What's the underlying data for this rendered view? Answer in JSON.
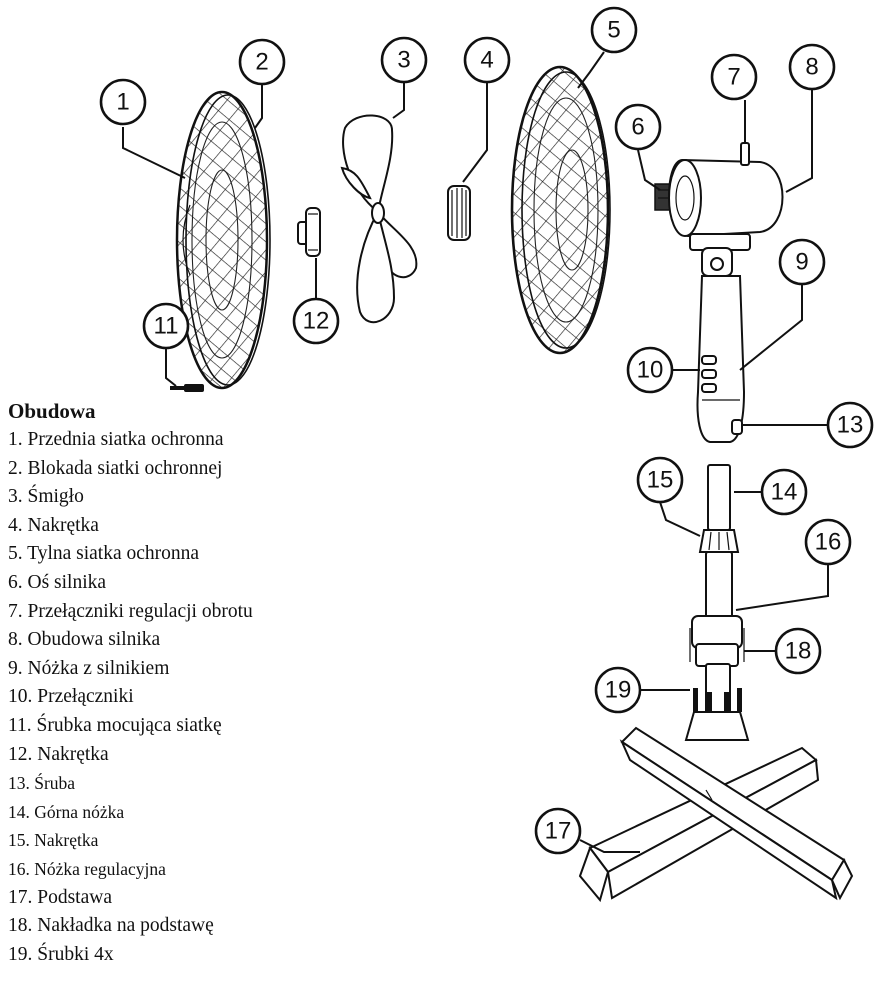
{
  "legend": {
    "title": "Obudowa",
    "items": [
      "1. Przednia siatka ochronna",
      "2. Blokada siatki ochronnej",
      "3. Śmigło",
      "4. Nakrętka",
      "5. Tylna siatka ochronna",
      "6. Oś silnika",
      "7. Przełączniki regulacji obrotu",
      "8. Obudowa silnika",
      "9. Nóżka z silnikiem",
      "10. Przełączniki",
      "11. Śrubka mocująca siatkę",
      "12. Nakrętka",
      "13. Śruba",
      "14. Górna nóżka",
      "15. Nakrętka",
      "16. Nóżka regulacyjna",
      "17. Podstawa",
      "18. Nakładka na podstawę",
      "19. Śrubki 4x"
    ]
  },
  "callouts": [
    "1",
    "2",
    "3",
    "4",
    "5",
    "6",
    "7",
    "8",
    "9",
    "10",
    "11",
    "12",
    "13",
    "14",
    "15",
    "16",
    "17",
    "18",
    "19"
  ]
}
